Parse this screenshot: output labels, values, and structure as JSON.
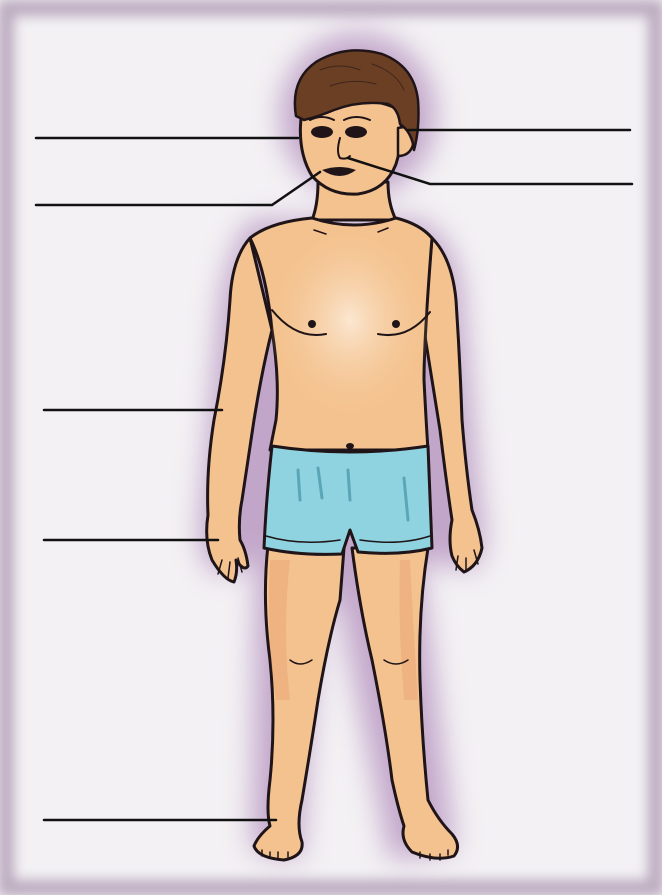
{
  "figure": {
    "subject": "human-body",
    "labels": [
      {
        "id": "eye",
        "text": ""
      },
      {
        "id": "mouth",
        "text": ""
      },
      {
        "id": "arm",
        "text": ""
      },
      {
        "id": "hand",
        "text": ""
      },
      {
        "id": "foot",
        "text": ""
      },
      {
        "id": "ear",
        "text": ""
      },
      {
        "id": "nose",
        "text": ""
      }
    ]
  },
  "colors": {
    "paper": "#f3f1f4",
    "frame_border": "#8d6f93",
    "halo": "#9b6aa8",
    "skin": "#f4c28e",
    "skin_shadow": "#e7a170",
    "skin_light": "#fbe7d1",
    "hair": "#6b3f24",
    "shorts": "#8fd2e0",
    "shorts_dark": "#5aa6b8",
    "outline": "#1f1418",
    "leader_line": "#111111"
  }
}
